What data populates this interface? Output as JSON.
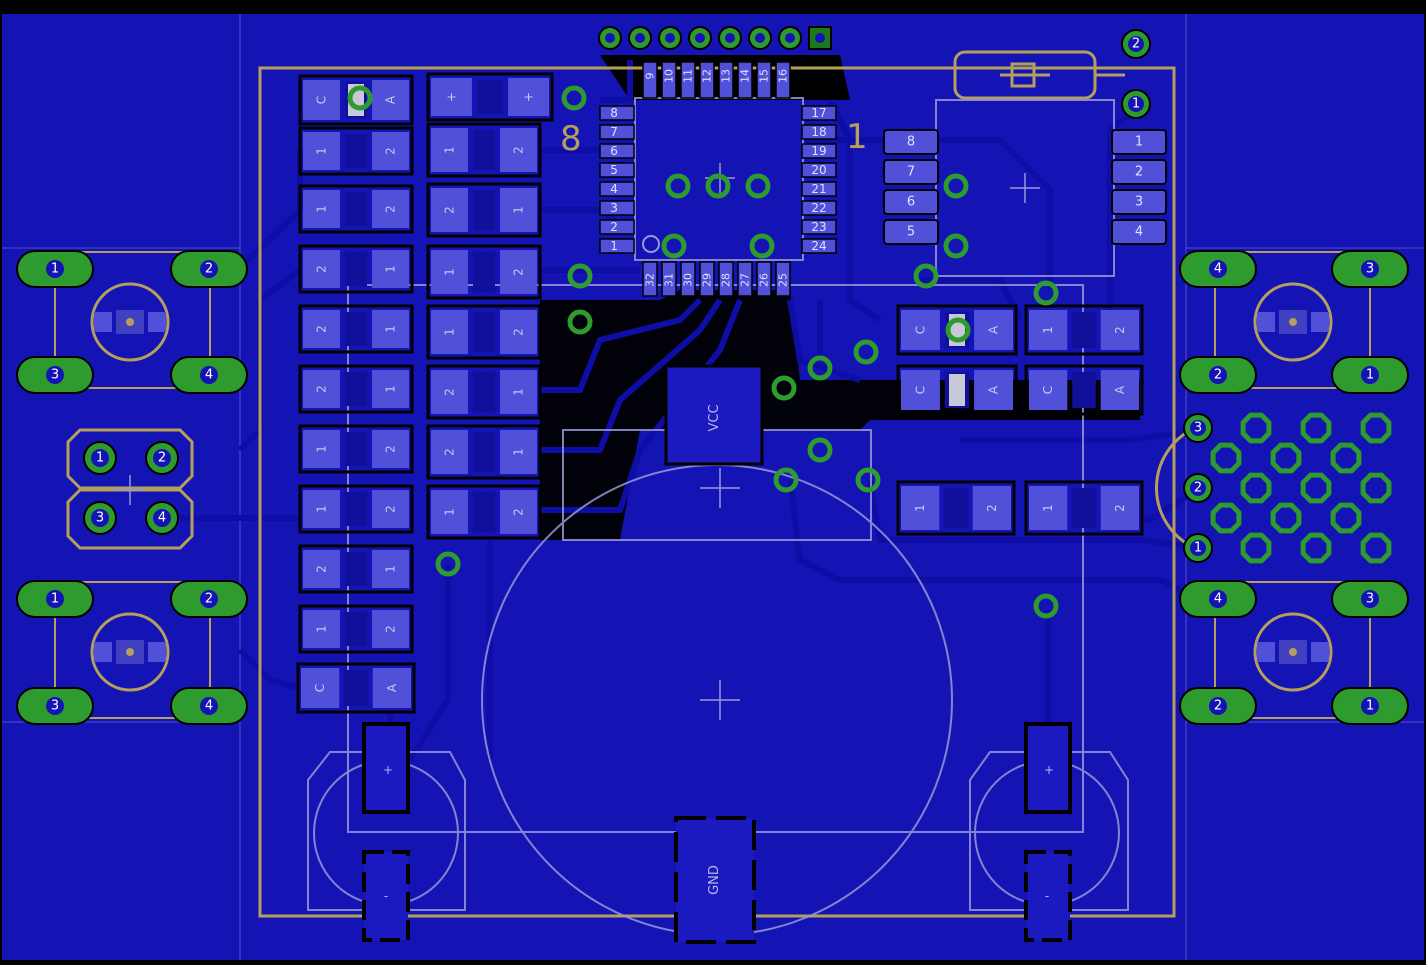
{
  "colors": {
    "background": "#000000",
    "copper": "#1414b4",
    "trace": "#0a0a9a",
    "pad": "#5050d8",
    "silk": "#b4a05a",
    "via": "#2e9b2e",
    "dim": "#8a8ad0",
    "guide": "#9898d8"
  },
  "labels": {
    "vcc": "VCC",
    "gnd": "GND",
    "ic_pin1": "1",
    "ic_pin8": "8",
    "plus": "+",
    "minus": "-",
    "cathode": "C",
    "anode": "A"
  },
  "header_pins": [
    "9",
    "10",
    "11",
    "12",
    "13",
    "14",
    "15",
    "16"
  ],
  "ic_left_pins": [
    "8",
    "7",
    "6",
    "5",
    "4",
    "3",
    "2",
    "1"
  ],
  "ic_right_pins": [
    "17",
    "18",
    "19",
    "20",
    "21",
    "22",
    "23",
    "24"
  ],
  "ic_bottom_pins": [
    "32",
    "31",
    "30",
    "29",
    "28",
    "27",
    "26",
    "25"
  ],
  "soic_left_pins": [
    "8",
    "7",
    "6",
    "5"
  ],
  "soic_right_pins": [
    "1",
    "2",
    "3",
    "4"
  ],
  "switch_pins": {
    "p1": "1",
    "p2": "2",
    "p3": "3",
    "p4": "4"
  },
  "connector_pins": [
    "1",
    "2",
    "3",
    "4"
  ],
  "pot_pins": [
    "3",
    "2",
    "1"
  ],
  "pad_pins": {
    "p1": "1",
    "p2": "2"
  }
}
